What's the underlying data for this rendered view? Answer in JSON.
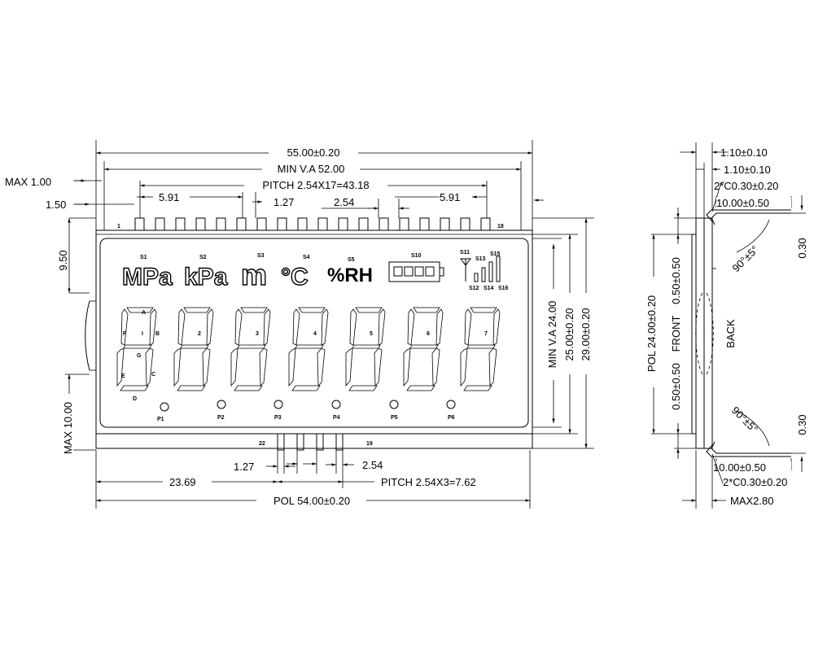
{
  "front": {
    "overall_width": "55.00±0.20",
    "va_width": "MIN V.A 52.00",
    "pin_pitch": "PITCH 2.54X17=43.18",
    "pin_offset_left": "5.91",
    "pin_offset_right": "5.91",
    "pin_width": "1.27",
    "pin_spacing": "2.54",
    "max_top": "MAX 1.00",
    "top_offset": "1.50",
    "top_height": "9.50",
    "bottom_height": "MAX 10.00",
    "va_height": "MIN V.A 24.00",
    "height_mid": "25.00±0.20",
    "height_total": "29.00±0.20",
    "bottom_pin_width": "1.27",
    "bottom_pin_spacing": "2.54",
    "bottom_left_offset": "23.69",
    "bottom_pitch": "PITCH 2.54X3=7.62",
    "pol_width": "POL 54.00±0.20",
    "pin_first": "1",
    "pin_last": "18",
    "pin_bottom_left": "22",
    "pin_bottom_right": "19"
  },
  "symbols": {
    "s1": "S1",
    "s2": "S2",
    "s3": "S3",
    "s4": "S4",
    "s5": "S5",
    "s10": "S10",
    "s11": "S11",
    "s12": "S12",
    "s13": "S13",
    "s14": "S14",
    "s15": "S15",
    "s16": "S16",
    "mpa": "MPa",
    "kpa": "kPa",
    "m": "m",
    "degc": "°C",
    "rh": "%RH"
  },
  "digits": {
    "seg_a": "A",
    "seg_b": "B",
    "seg_c": "C",
    "seg_d": "D",
    "seg_e": "E",
    "seg_f": "F",
    "seg_g": "G",
    "seg_i": "I",
    "d2": "2",
    "d3": "3",
    "d4": "4",
    "d5": "5",
    "d6": "6",
    "d7": "7"
  },
  "points": {
    "p1": "P1",
    "p2": "P2",
    "p3": "P3",
    "p4": "P4",
    "p5": "P5",
    "p6": "P6"
  },
  "side": {
    "t1": "1.10±0.10",
    "t2": "1.10±0.10",
    "chamfer_top": "2*C0.30±0.20",
    "len_top": "10.00±0.50",
    "gap_top": "0.30",
    "angle_top": "90°±5°",
    "pol_height": "POL 24.00±0.20",
    "front_offset": "0.50±0.50",
    "front_label": "FRONT",
    "front_offset2": "0.50±0.50",
    "back_label": "BACK",
    "angle_bottom": "90°±5°",
    "gap_bottom": "0.30",
    "len_bottom": "10.00±0.50",
    "chamfer_bottom": "2*C0.30±0.20",
    "max_thickness": "MAX2.80"
  }
}
